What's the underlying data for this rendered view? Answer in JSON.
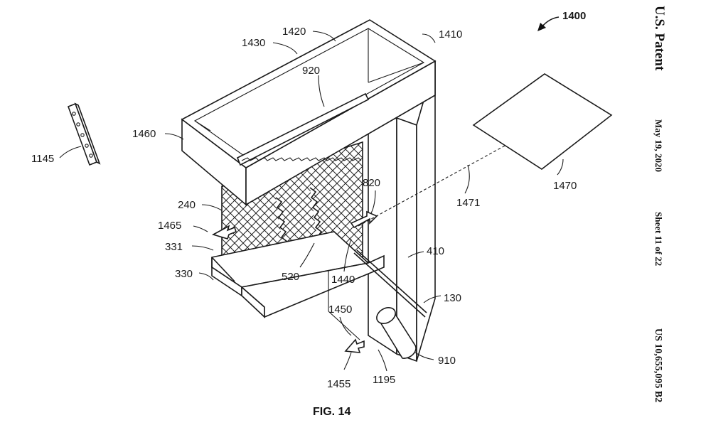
{
  "figure_title": "FIG. 14",
  "figure_ref": "1400",
  "side_header": {
    "office": "U.S. Patent",
    "date": "May 19, 2020",
    "sheet": "Sheet 11 of 22",
    "patent_no": "US 10,655,095 B2"
  },
  "labels": {
    "l1145": "1145",
    "l1460": "1460",
    "l1430": "1430",
    "l1420": "1420",
    "l1410": "1410",
    "l920": "920",
    "l240": "240",
    "l1465": "1465",
    "l331": "331",
    "l330": "330",
    "l520": "520",
    "l820": "820",
    "l1440": "1440",
    "l1471": "1471",
    "l1470": "1470",
    "l410": "410",
    "l130": "130",
    "l1450": "1450",
    "l1455": "1455",
    "l1195": "1195",
    "l910": "910"
  }
}
